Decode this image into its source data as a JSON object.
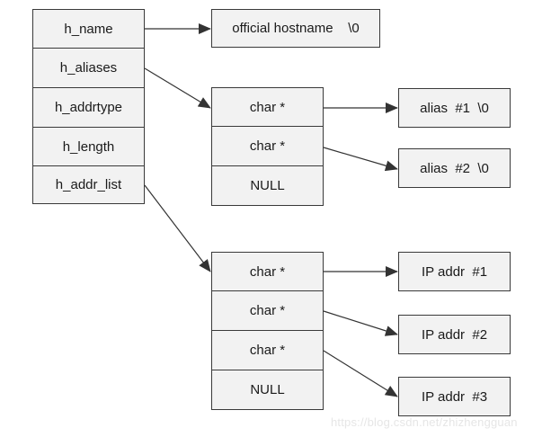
{
  "hostent": {
    "fields": [
      "h_name",
      "h_aliases",
      "h_addrtype",
      "h_length",
      "h_addr_list"
    ]
  },
  "official_hostname": "official hostname    \\0",
  "aliases_array": [
    "char *",
    "char *",
    "NULL"
  ],
  "alias_strings": [
    "alias  #1  \\0",
    "alias  #2  \\0"
  ],
  "addr_array": [
    "char *",
    "char *",
    "char *",
    "NULL"
  ],
  "ip_addrs": [
    "IP addr  #1",
    "IP addr  #2",
    "IP addr  #3"
  ],
  "watermark": "https://blog.csdn.net/zhizhengguan",
  "colors": {
    "box_fill": "#f2f2f2",
    "border": "#3a3a3a",
    "arrow": "#333333"
  }
}
